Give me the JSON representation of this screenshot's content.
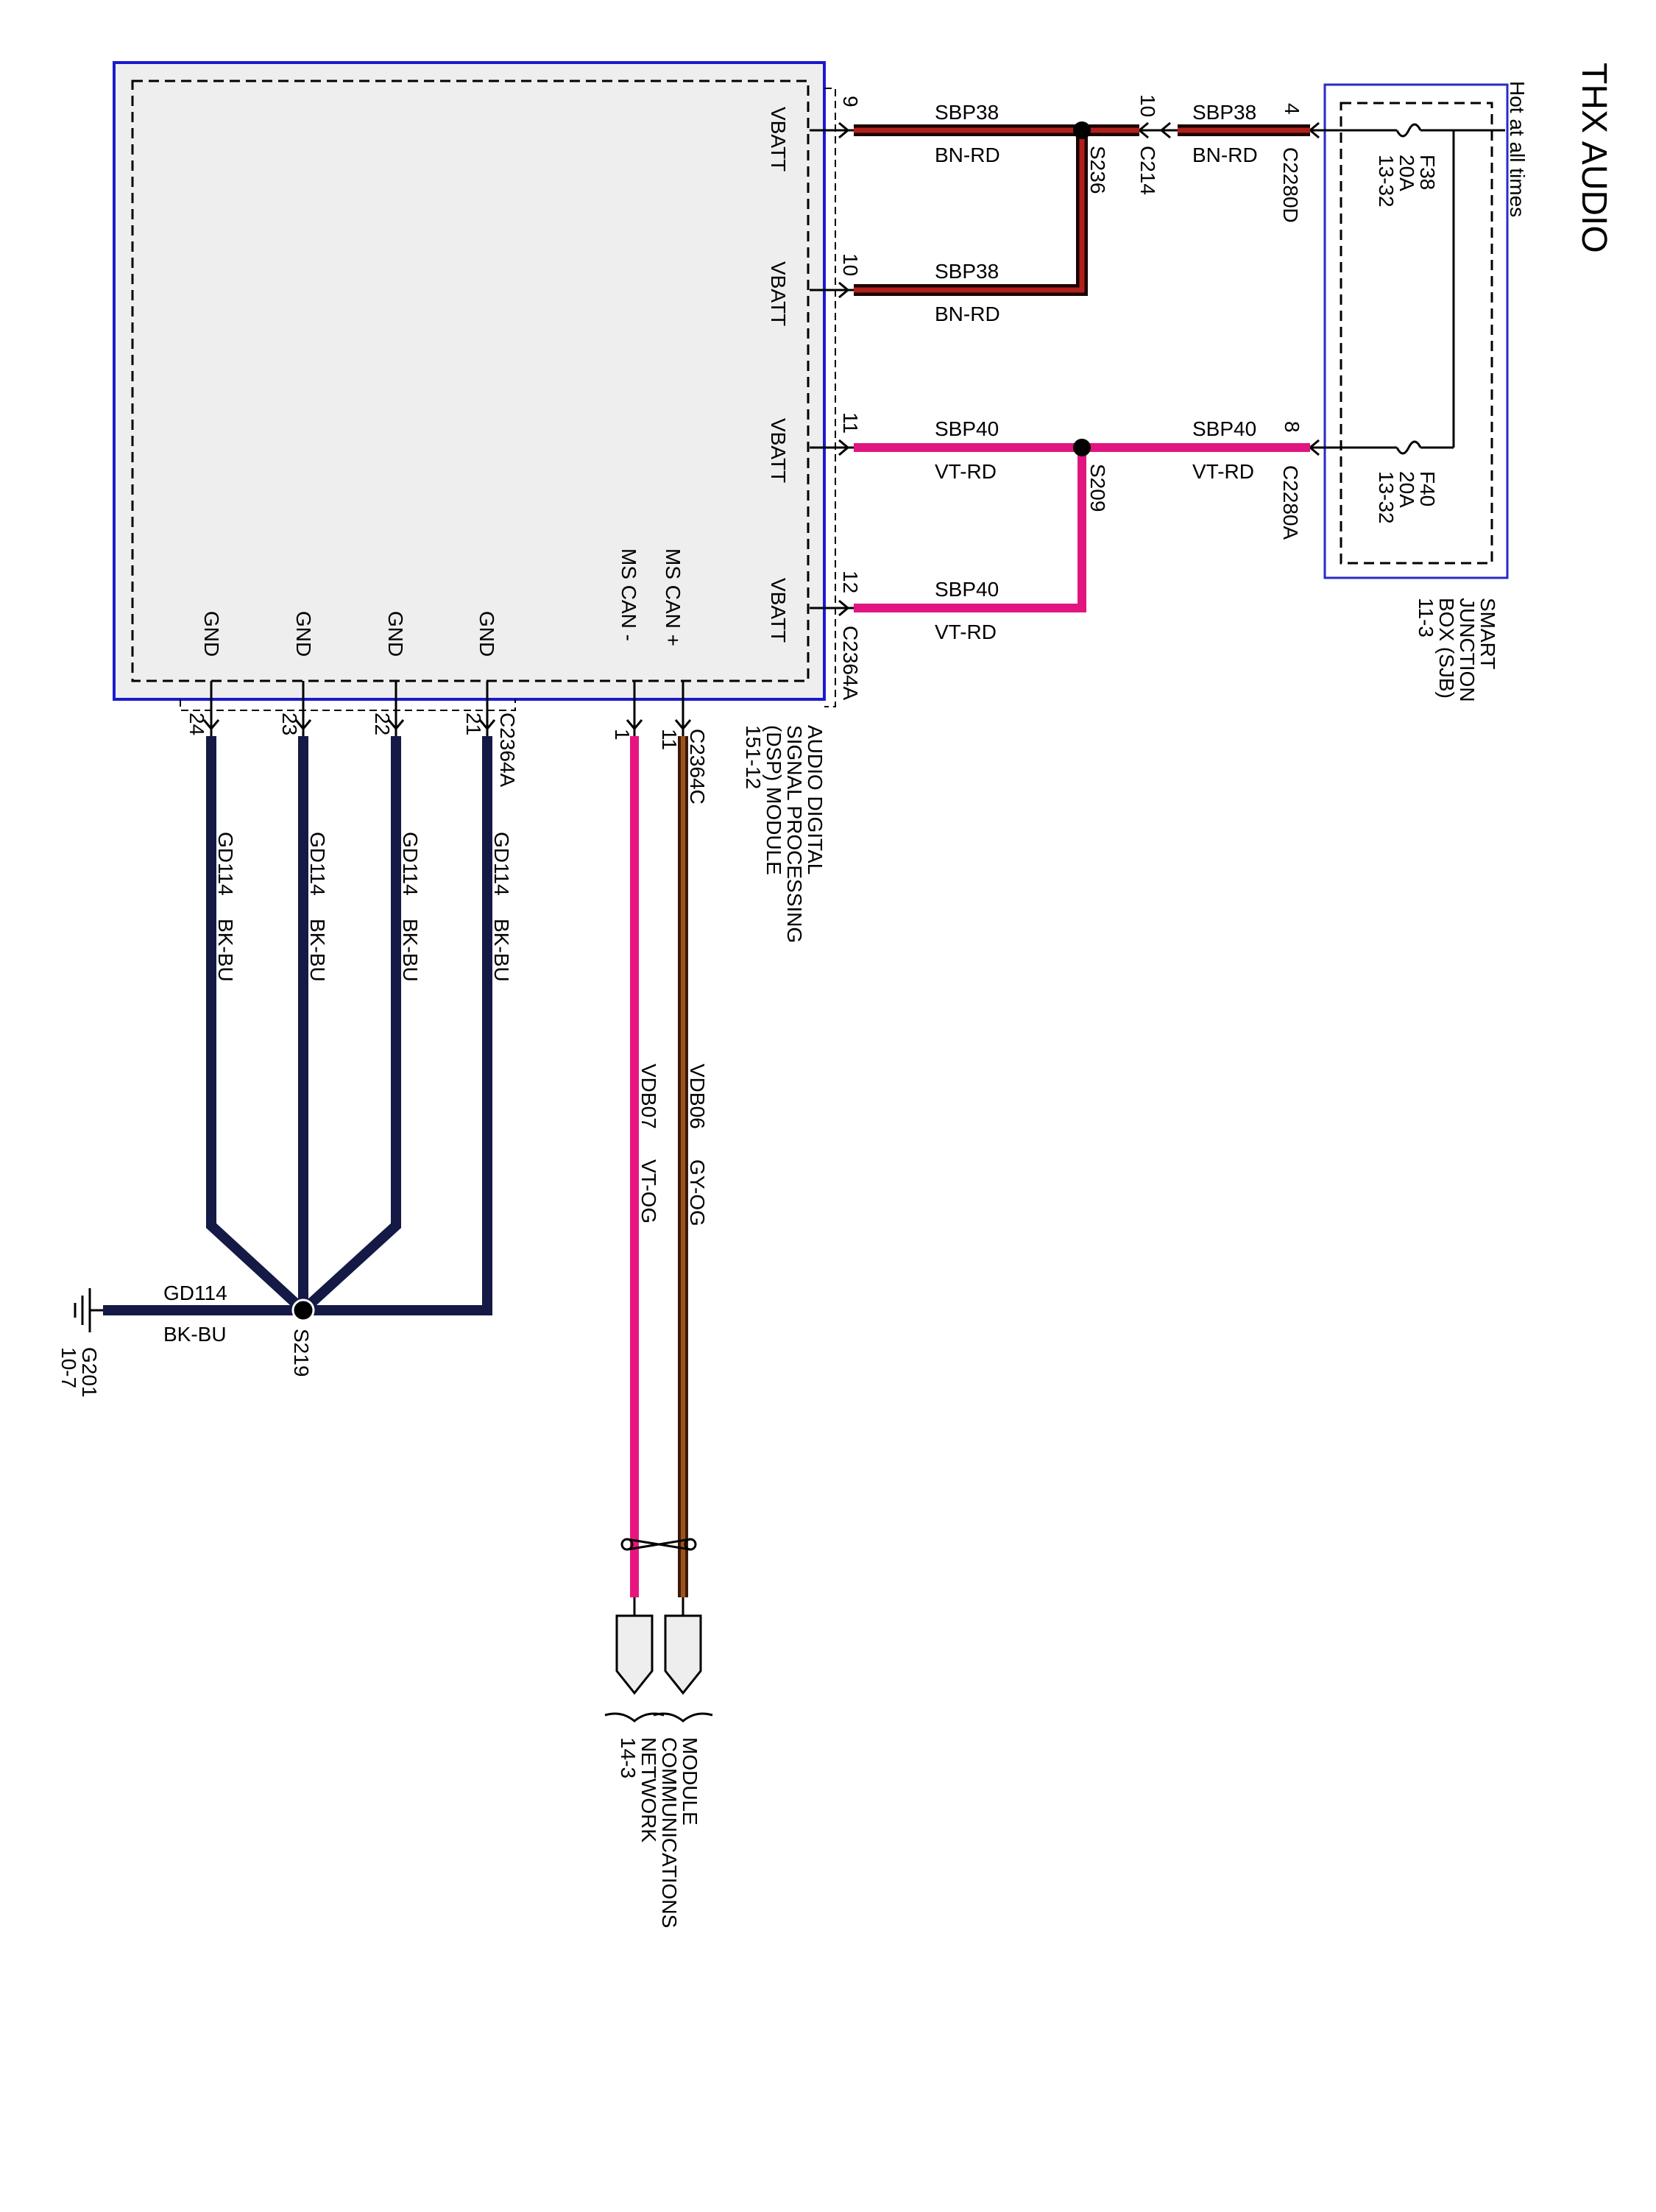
{
  "title": "THX AUDIO",
  "hot_label": "Hot at all times",
  "colors": {
    "bn_rd_outer": "#1a0000",
    "bn_rd_inner": "#b0201c",
    "vt_rd": "#e0157f",
    "vt_og": "#e8157f",
    "gy_og_outer": "#3a1a0a",
    "gy_og_inner": "#a0521c",
    "bk_bu": "#141a45",
    "module_fill": "#eeeeee",
    "module_border": "#1a1ad0"
  },
  "sjb": {
    "label_lines": [
      "SMART",
      "JUNCTION",
      "BOX (SJB)",
      "11-3"
    ],
    "fuses": [
      {
        "name": "F38",
        "rating": "20A",
        "ref": "13-32"
      },
      {
        "name": "F40",
        "rating": "20A",
        "ref": "13-32"
      }
    ]
  },
  "module": {
    "label_lines": [
      "AUDIO DIGITAL",
      "SIGNAL PROCESSING",
      "(DSP) MODULE",
      "151-12"
    ],
    "pins_power": [
      "VBATT",
      "VBATT",
      "VBATT",
      "VBATT"
    ],
    "pins_can": [
      "MS CAN +",
      "MS CAN -"
    ],
    "pins_gnd": [
      "GND",
      "GND",
      "GND",
      "GND"
    ]
  },
  "connectors": {
    "c2280d": "C2280D",
    "c2280a": "C2280A",
    "c214": "C214",
    "c2364a": "C2364A",
    "c2364c": "C2364C"
  },
  "pin_numbers": {
    "p9": "9",
    "p10": "10",
    "p11": "11",
    "p12": "12",
    "c214_10": "10",
    "sjb_4": "4",
    "sjb_8": "8",
    "can_11": "11",
    "can_1": "1",
    "g21": "21",
    "g22": "22",
    "g23": "23",
    "g24": "24"
  },
  "splices": {
    "s236": "S236",
    "s209": "S209",
    "s219": "S219"
  },
  "wires": {
    "sbp38": {
      "circuit": "SBP38",
      "color": "BN-RD"
    },
    "sbp40": {
      "circuit": "SBP40",
      "color": "VT-RD"
    },
    "vdb06": {
      "circuit": "VDB06",
      "color": "GY-OG"
    },
    "vdb07": {
      "circuit": "VDB07",
      "color": "VT-OG"
    },
    "gd114": {
      "circuit": "GD114",
      "color": "BK-BU"
    }
  },
  "ground": {
    "name": "G201",
    "ref": "10-7"
  },
  "network": {
    "label_lines": [
      "MODULE",
      "COMMUNICATIONS",
      "NETWORK",
      "14-3"
    ]
  }
}
